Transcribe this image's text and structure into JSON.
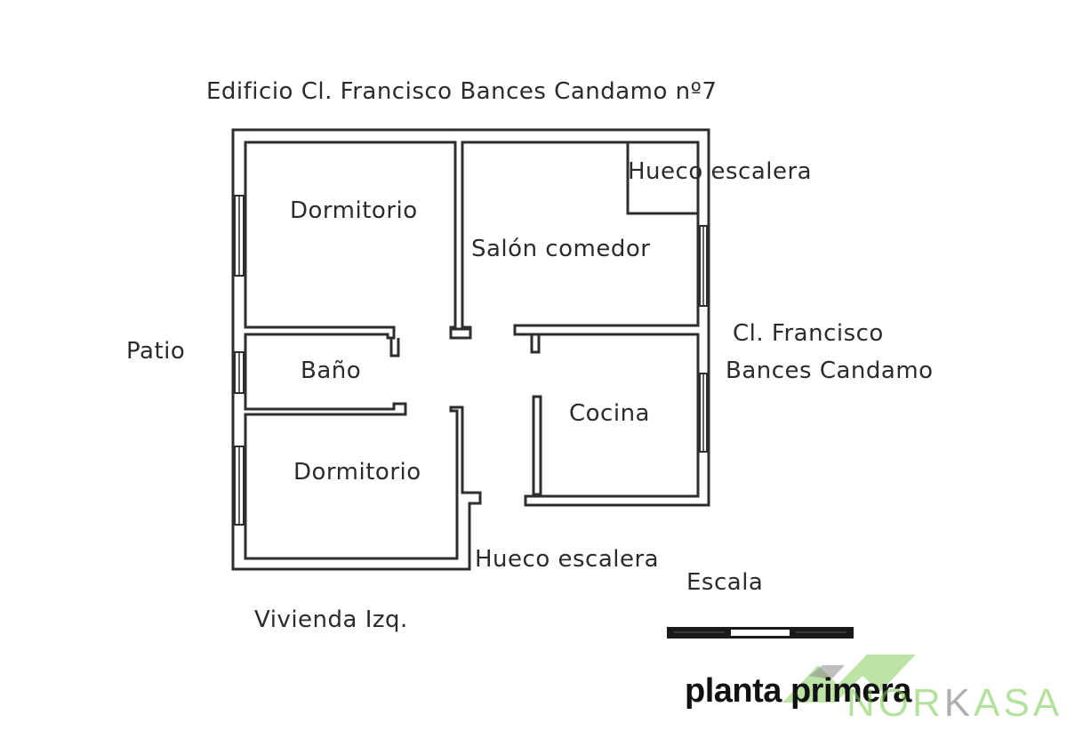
{
  "building_title": "Edificio Cl. Francisco Bances Candamo nº7",
  "rooms": {
    "dormitorio_top": "Dormitorio",
    "salon": "Salón comedor",
    "bano": "Baño",
    "cocina": "Cocina",
    "dormitorio_bottom": "Dormitorio"
  },
  "stair_void_top": "Hueco escalera",
  "stair_void_bottom": "Hueco escalera",
  "patio": "Patio",
  "street_line1": "Cl. Francisco",
  "street_line2": "Bances Candamo",
  "scale_label": "Escala",
  "unit_label": "Vivienda Izq.",
  "floor_label": "planta primera",
  "watermark": {
    "part1": "NOR",
    "part2": "K",
    "part3": "ASA",
    "green": "#7cc84f",
    "grey": "#8a8a8a"
  }
}
